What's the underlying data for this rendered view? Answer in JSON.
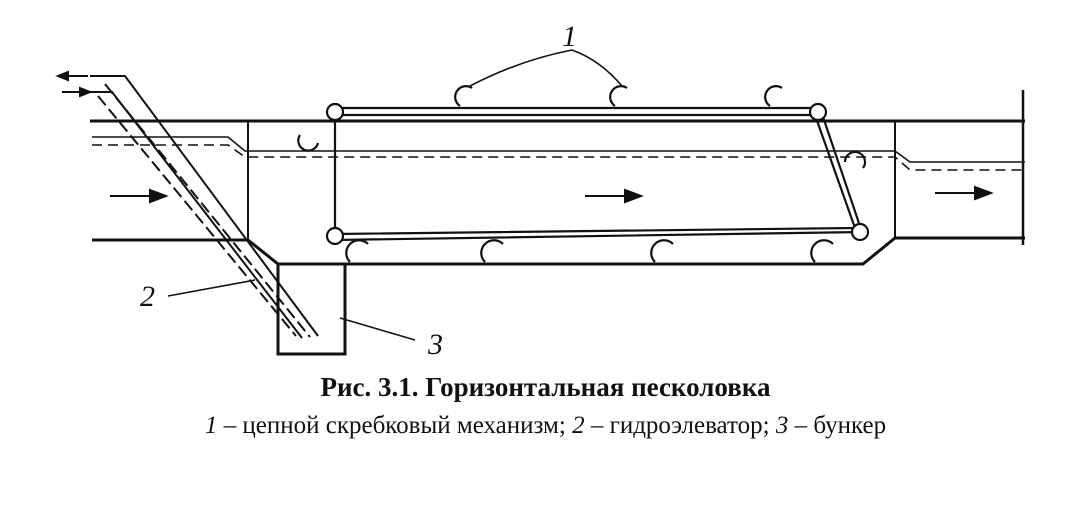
{
  "labels": {
    "scraper": "1",
    "hydroelevator": "2",
    "hopper": "3"
  },
  "caption": {
    "title": "Рис. 3.1. Горизонтальная песколовка",
    "legend": [
      {
        "num": "1",
        "text": " – цепной скребковый механизм; "
      },
      {
        "num": "2",
        "text": " – гидроэлеватор; "
      },
      {
        "num": "3",
        "text": " – бункер"
      }
    ]
  }
}
